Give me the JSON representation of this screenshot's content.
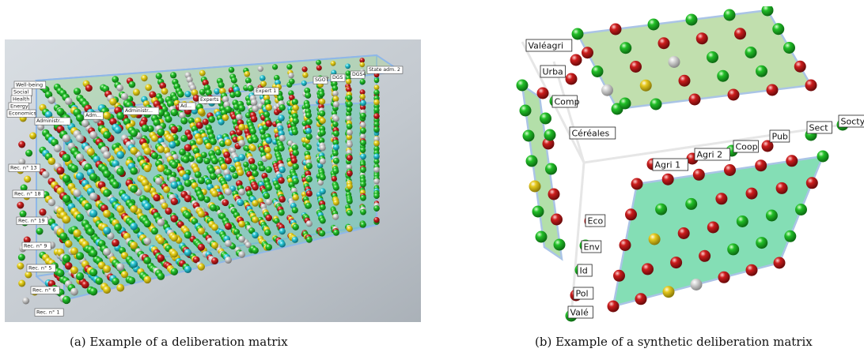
{
  "figure": {
    "caption_a": "(a) Example of a deliberation matrix",
    "caption_b": "(b) Example of a synthetic deliberation matrix"
  },
  "panel_a": {
    "left_labels": [
      "Well-being",
      "Social",
      "Health",
      "Energy",
      "Economics"
    ],
    "row_labels": [
      "Rec. n° 13",
      "Rec. n° 18",
      "Rec. n° 19",
      "Rec. n° 9",
      "Rec. n° 5",
      "Rec. n° 6",
      "Rec. n° 1"
    ],
    "top_labels": [
      "Administr...",
      "Adm...",
      "Administr...",
      "Ad...",
      "Experts",
      "Expert 1",
      "SGOT",
      "DGS",
      "DGS4",
      "State adm. 2"
    ],
    "colors": {
      "green": "#22c02a",
      "red": "#cc1f1f",
      "yellow": "#e8d21a",
      "grey": "#c8c8c8",
      "cyan": "#2bc7d6"
    }
  },
  "panel_b": {
    "left_labels": [
      "Valéagri",
      "Urba",
      "Comp",
      "Céréales"
    ],
    "top_labels": [
      "Agri 1",
      "Agri 2",
      "Coop",
      "Pub",
      "Sect",
      "Socty"
    ],
    "bottom_labels": [
      "Eco",
      "Env",
      "Id",
      "Pol",
      "Valé"
    ],
    "colors": {
      "green": "#22bf28",
      "red": "#cc1d1d",
      "yellow": "#e6c81e",
      "grey": "#cfcfcf"
    }
  }
}
